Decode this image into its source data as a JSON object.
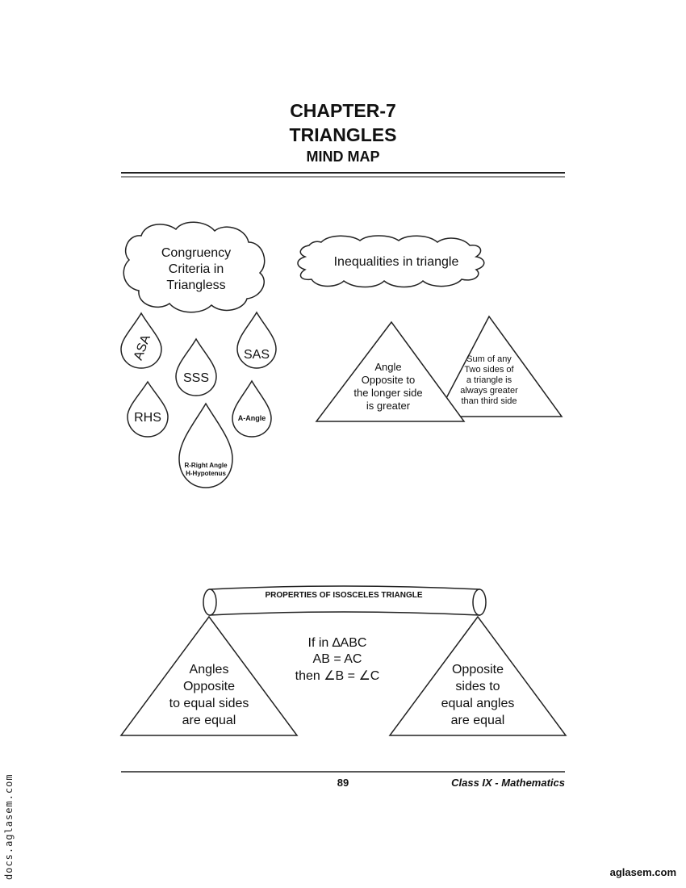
{
  "header": {
    "chapter": "CHAPTER-7",
    "topic": "TRIANGLES",
    "subtitle": "MIND MAP"
  },
  "congruency": {
    "cloud_lines": [
      "Congruency",
      "Criteria in",
      "Triangless"
    ],
    "drops": {
      "asa": "ASA",
      "sas": "SAS",
      "sss": "SSS",
      "rhs": "RHS",
      "a_angle": "A-Angle",
      "rh_line1": "R-Right Angle",
      "rh_line2": "H-Hypotenus"
    }
  },
  "inequalities": {
    "cloud_label": "Inequalities in triangle",
    "triangle_left": [
      "Angle",
      "Opposite to",
      "the longer side",
      "is greater"
    ],
    "triangle_right": [
      "Sum of any",
      "Two sides of",
      "a triangle is",
      "always greater",
      "than third side"
    ]
  },
  "isosceles": {
    "banner": "PROPERTIES OF ISOSCELES TRIANGLE",
    "center": [
      "If in ∆ABC",
      "AB = AC",
      "then ∠B = ∠C"
    ],
    "left_triangle": [
      "Angles",
      "Opposite",
      "to equal sides",
      "are equal"
    ],
    "right_triangle": [
      "Opposite",
      "sides to",
      "equal angles",
      "are equal"
    ]
  },
  "footer": {
    "page_number": "89",
    "class_label": "Class IX - Mathematics"
  },
  "watermark": "docs.aglasem.com",
  "brand": "aglasem.com"
}
